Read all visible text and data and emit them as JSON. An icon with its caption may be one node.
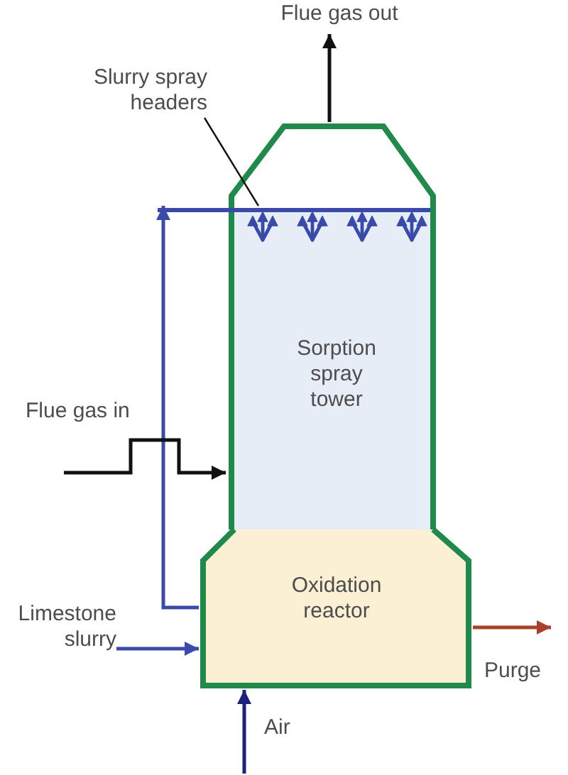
{
  "diagram": {
    "nodes": [
      {
        "text": [
          "Flue gas out"
        ]
      },
      {
        "text": [
          "Slurry spray headers"
        ]
      },
      {
        "text": [
          "Sorption spray tower"
        ]
      },
      {
        "text": [],
        "shape": "picture"
      },
      {
        "text": [
          "Limestone slurry"
        ]
      },
      {
        "text": [
          "Oxidation reactor"
        ]
      }
    ],
    "edges": [
      {
        "from": 2,
        "to": 0,
        "arrow": "to"
      },
      {
        "from": 1,
        "to": 3,
        "arrow": "none"
      },
      {
        "from": 5,
        "to": 3,
        "arrow": "to",
        "color": "#3a4aa8"
      },
      {
        "from": null,
        "to": 2,
        "arrow": "to",
        "label": "Flue gas in"
      },
      {
        "from": 4,
        "to": 5,
        "arrow": "to",
        "color": "#3a4aa8"
      },
      {
        "from": 5,
        "to": null,
        "arrow": "to",
        "label": "Purge",
        "color": "#a8402a"
      },
      {
        "from": null,
        "to": 5,
        "arrow": "to",
        "label": "Air",
        "color": "#1a237e"
      }
    ]
  }
}
